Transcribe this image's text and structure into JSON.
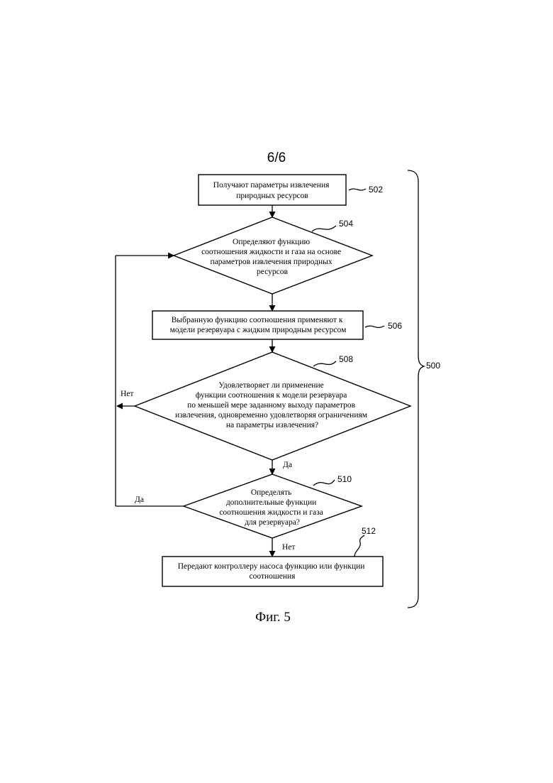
{
  "sheet_number": "6/6",
  "figure_caption": "Фиг. 5",
  "process_ref": "500",
  "steps": {
    "s502": {
      "ref": "502",
      "lines": [
        "Получают параметры извлечения",
        "природных ресурсов"
      ]
    },
    "s504": {
      "ref": "504",
      "lines": [
        "Определяют функцию",
        "соотношения жидкости и газа на основе",
        "параметров извлечения природных",
        "ресурсов"
      ]
    },
    "s506": {
      "ref": "506",
      "lines": [
        "Выбранную функцию соотношения применяют к",
        "модели резервуара с жидким природным ресурсом"
      ]
    },
    "s508": {
      "ref": "508",
      "lines": [
        "Удовлетворяет ли применение",
        "функции соотношения к модели резервуара",
        "по меньшей мере заданному выходу параметров",
        "извлечения, одновременно удовлетворяя ограничениям",
        "на параметры извлечения?"
      ]
    },
    "s510": {
      "ref": "510",
      "lines": [
        "Определять",
        "дополнительные функции",
        "соотношения жидкости и газа",
        "для резервуара?"
      ]
    },
    "s512": {
      "ref": "512",
      "lines": [
        "Передают контроллеру насоса функцию или функции",
        "соотношения"
      ]
    }
  },
  "branch_labels": {
    "s508_no": "Нет",
    "s508_yes": "Да",
    "s510_yes": "Да",
    "s510_no": "Нет"
  }
}
